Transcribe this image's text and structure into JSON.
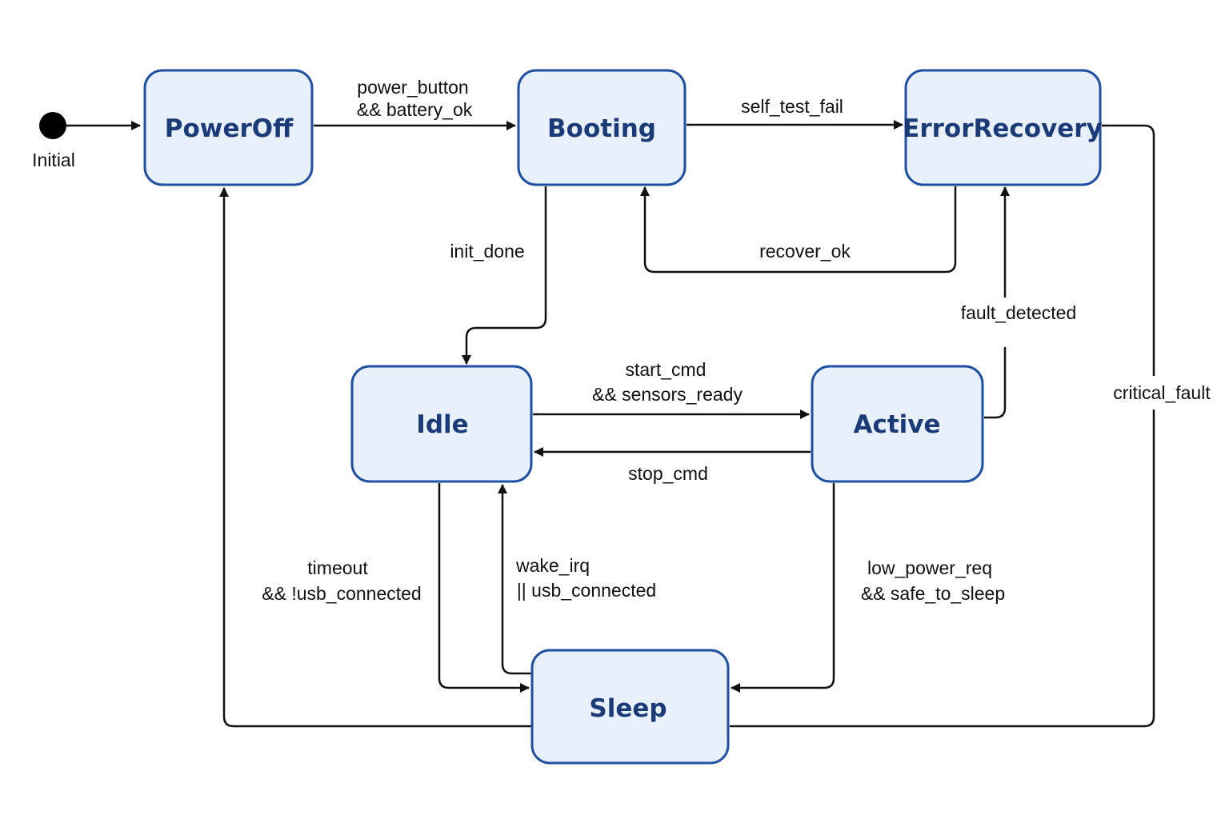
{
  "initial": {
    "label": "Initial"
  },
  "states": {
    "power_off": "PowerOff",
    "booting": "Booting",
    "error_recovery": "ErrorRecovery",
    "idle": "Idle",
    "active": "Active",
    "sleep": "Sleep"
  },
  "transitions": {
    "power_on": [
      "power_button",
      "&& battery_ok"
    ],
    "self_test_fail": "self_test_fail",
    "init_done": "init_done",
    "recover_ok": "recover_ok",
    "fault_detected": "fault_detected",
    "start": [
      "start_cmd",
      "&& sensors_ready"
    ],
    "stop": "stop_cmd",
    "critical_fault": "critical_fault",
    "timeout": [
      "timeout",
      "&& !usb_connected"
    ],
    "wake": [
      "wake_irq",
      "|| usb_connected"
    ],
    "low_power": [
      "low_power_req",
      "&& safe_to_sleep"
    ]
  },
  "colors": {
    "state_fill": "#e8f1fb",
    "state_border": "#1f4fa3",
    "state_text": "#1a3a78",
    "edge": "#111111"
  }
}
